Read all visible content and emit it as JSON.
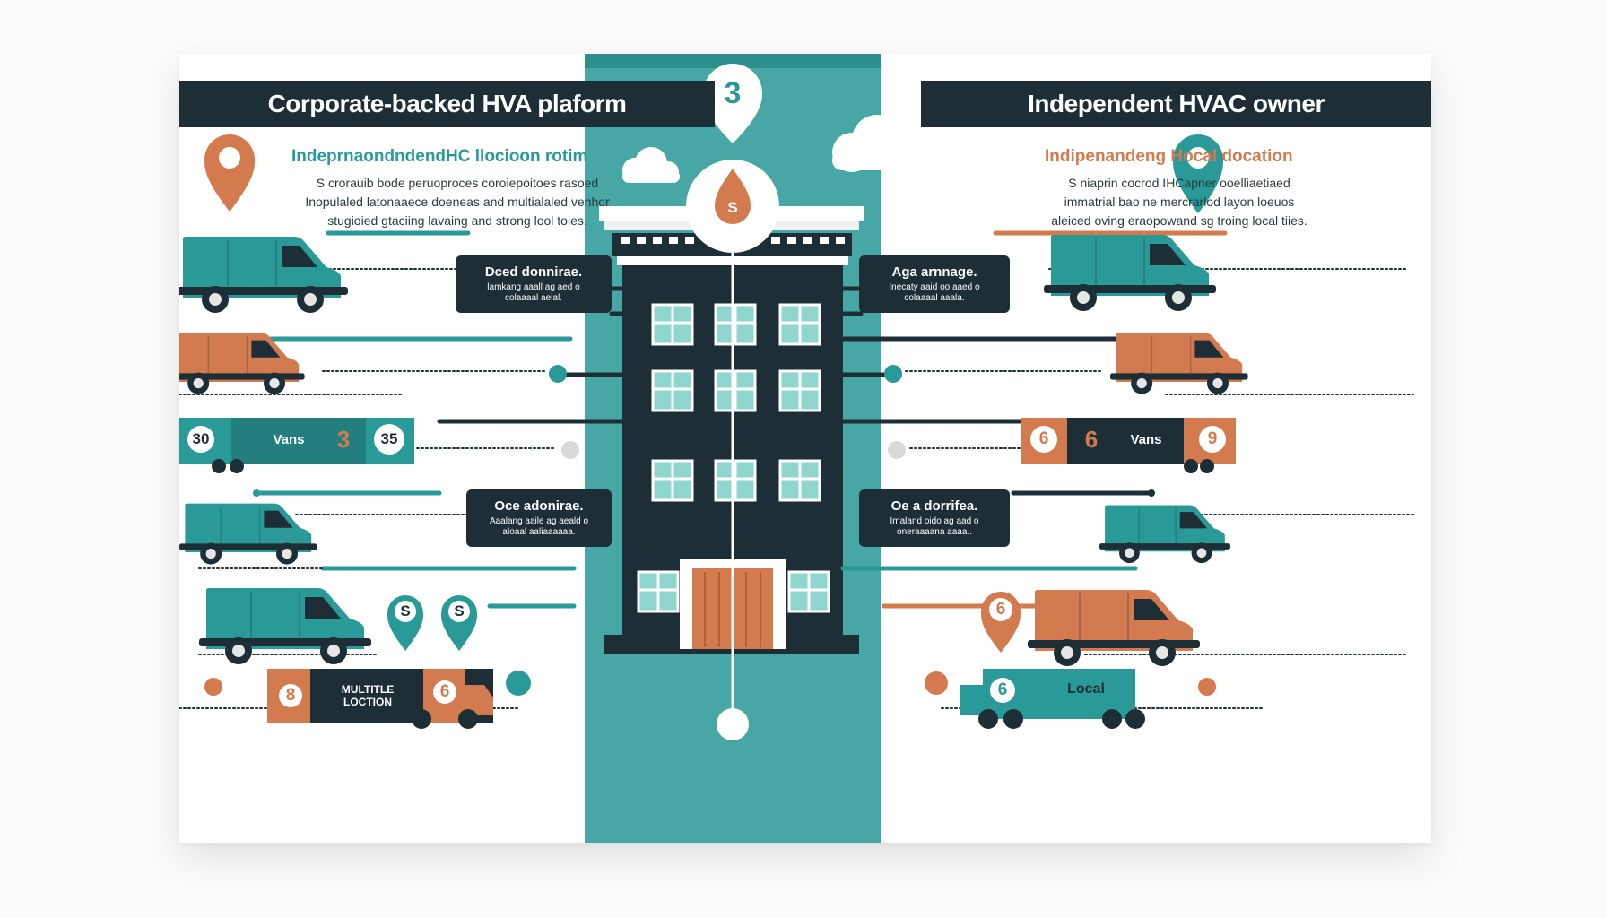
{
  "left_panel": {
    "banner": "Corporate-backed HVA plaform",
    "subtitle": "IndeprnaondndendHC llocioon rotim",
    "description": "S crorauib bode peruoproces coroiepoitoes rasoed\nInopulaled latonaaece doeneas and multialaled venhor\nstugioied gtaciing lavaing and strong lool toies.",
    "callouts": [
      {
        "title": "Dced donnirae.",
        "body": "lamkang aaall ag aed o\ncolaaaal aeial."
      },
      {
        "title": "Oce adonirae.",
        "body": "Aaalang aaile ag aeald o\naloaal aaliaaaaaa."
      }
    ],
    "van_badge": {
      "left_num": "30",
      "label": "Vans",
      "mid_num": "3",
      "right_num": "35"
    },
    "pins": [
      "S",
      "S"
    ],
    "truck_badge": {
      "left_num": "8",
      "label": "MULTITLE\nLOCTION",
      "right_num": "6"
    }
  },
  "right_panel": {
    "banner": "Independent HVAC owner",
    "subtitle": "Indipenandeng Hocal docation",
    "description": "S niaprin cocrod IHCapner ooelliaetiaed\nimmatrial bao ne mercrarlod layon loeuos\naleiced oving eraopowand sg troing local tiies.",
    "callouts": [
      {
        "title": "Aga arnnage.",
        "body": "Inecaty aaid oo aaed o\ncolaaaal aaala."
      },
      {
        "title": "Oe a dorrifea.",
        "body": "Imaland oido ag aad o\noneraaaana aaaa.."
      }
    ],
    "van_badge": {
      "left_num": "6",
      "mid_num": "6",
      "label": "Vans",
      "right_num": "9"
    },
    "pin": "6",
    "truck_badge": {
      "num": "6",
      "label": "Local"
    }
  },
  "center": {
    "top_pin": "3",
    "drop_symbol": "S"
  },
  "colors": {
    "teal": "#2a9a98",
    "dark": "#1d2e36",
    "orange": "#d37a4f",
    "window": "#8fd6cf",
    "center_band": "#46a7a4"
  }
}
